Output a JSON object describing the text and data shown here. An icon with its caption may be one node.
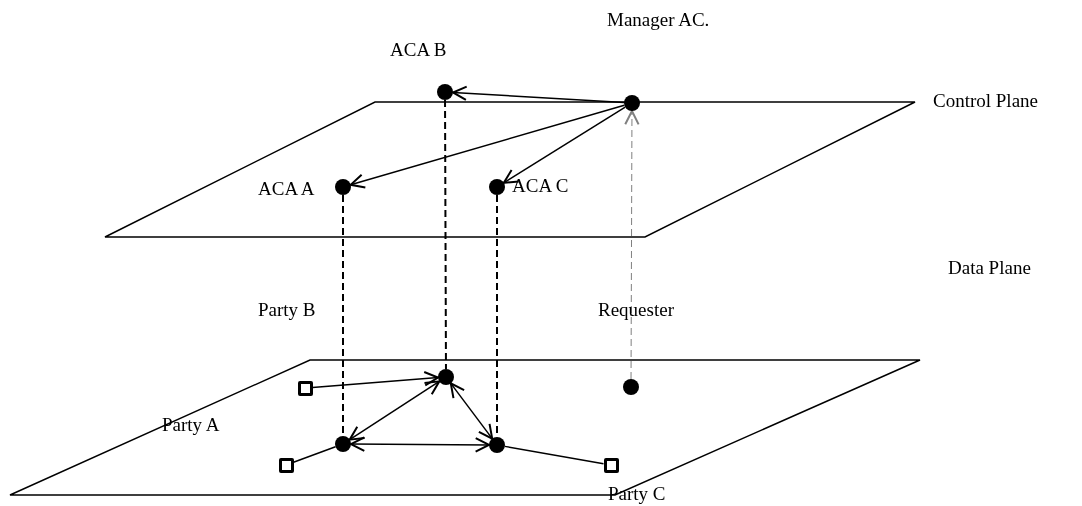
{
  "diagram": {
    "nodes": [
      {
        "text": [
          "Control Plane"
        ]
      },
      {
        "text": [],
        "shape": "circle",
        "beside": [
          "ACA B"
        ]
      },
      {
        "text": [],
        "shape": "circle",
        "beside": [
          "Manager AC."
        ]
      },
      {
        "text": [],
        "shape": "circle",
        "in": 0,
        "beside": [
          "ACA A"
        ]
      },
      {
        "text": [],
        "shape": "circle",
        "in": 0,
        "beside": [
          "ACA C"
        ]
      },
      {
        "text": [
          "Data Plane"
        ]
      },
      {
        "text": [],
        "shape": "circle",
        "in": 5
      },
      {
        "text": [],
        "shape": "circle",
        "in": 5,
        "beside": [
          "Requester"
        ]
      },
      {
        "text": [],
        "shape": "box",
        "in": 5
      },
      {
        "text": [],
        "shape": "circle",
        "in": 5
      },
      {
        "text": [],
        "shape": "circle",
        "in": 5
      },
      {
        "text": [],
        "shape": "box",
        "in": 5
      },
      {
        "text": [],
        "shape": "box",
        "in": 5
      }
    ],
    "edges": [
      {
        "from": 2,
        "to": 1,
        "arrow": "to"
      },
      {
        "from": 2,
        "to": 3,
        "arrow": "to"
      },
      {
        "from": 2,
        "to": 4,
        "arrow": "to"
      },
      {
        "from": 7,
        "to": 2,
        "arrow": "to",
        "style": "dashed",
        "color": "#808080"
      },
      {
        "from": 1,
        "to": 6,
        "arrow": "none",
        "style": "dashed"
      },
      {
        "from": 3,
        "to": 9,
        "arrow": "none",
        "style": "dashed"
      },
      {
        "from": 4,
        "to": 10,
        "arrow": "none",
        "style": "dashed"
      },
      {
        "from": 8,
        "to": 6,
        "arrow": "to"
      },
      {
        "from": 6,
        "to": 9,
        "arrow": "both"
      },
      {
        "from": 6,
        "to": 10,
        "arrow": "both"
      },
      {
        "from": 9,
        "to": 10,
        "arrow": "both"
      },
      {
        "from": 11,
        "to": 9,
        "arrow": "none"
      },
      {
        "from": 10,
        "to": 12,
        "arrow": "none"
      }
    ],
    "labels": [
      "Party B",
      "Party A",
      "Party C"
    ]
  }
}
